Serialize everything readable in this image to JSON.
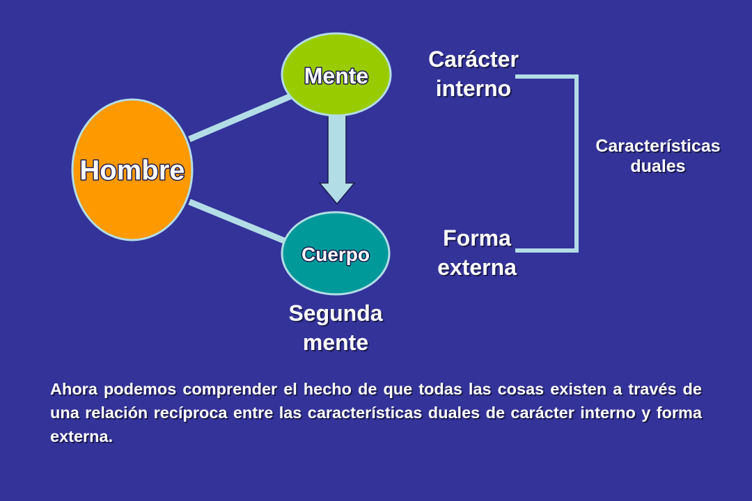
{
  "diagram": {
    "nodes": {
      "hombre": {
        "label": "Hombre",
        "color": "#ff9900"
      },
      "mente": {
        "label": "Mente",
        "color": "#99cc00"
      },
      "cuerpo": {
        "label": "Cuerpo",
        "color": "#009999"
      }
    },
    "edges": [
      {
        "from": "hombre",
        "to": "mente"
      },
      {
        "from": "hombre",
        "to": "cuerpo"
      }
    ],
    "arrow": {
      "from": "mente",
      "to": "cuerpo",
      "color": "#b3dde6"
    },
    "labels": {
      "caracter_interno": [
        "Carácter",
        "interno"
      ],
      "forma_externa": [
        "Forma",
        "externa"
      ],
      "segunda_mente": [
        "Segunda",
        "mente"
      ],
      "caracteristicas_duales": [
        "Características",
        "duales"
      ]
    },
    "bracket_color": "#b3dde6"
  },
  "caption": "Ahora podemos comprender el hecho de que todas las cosas existen a través de una relación recíproca entre las características duales de carácter interno y forma externa.",
  "colors": {
    "background": "#333399",
    "node_outline": "#b3dde6",
    "connector": "#b3dde6"
  }
}
